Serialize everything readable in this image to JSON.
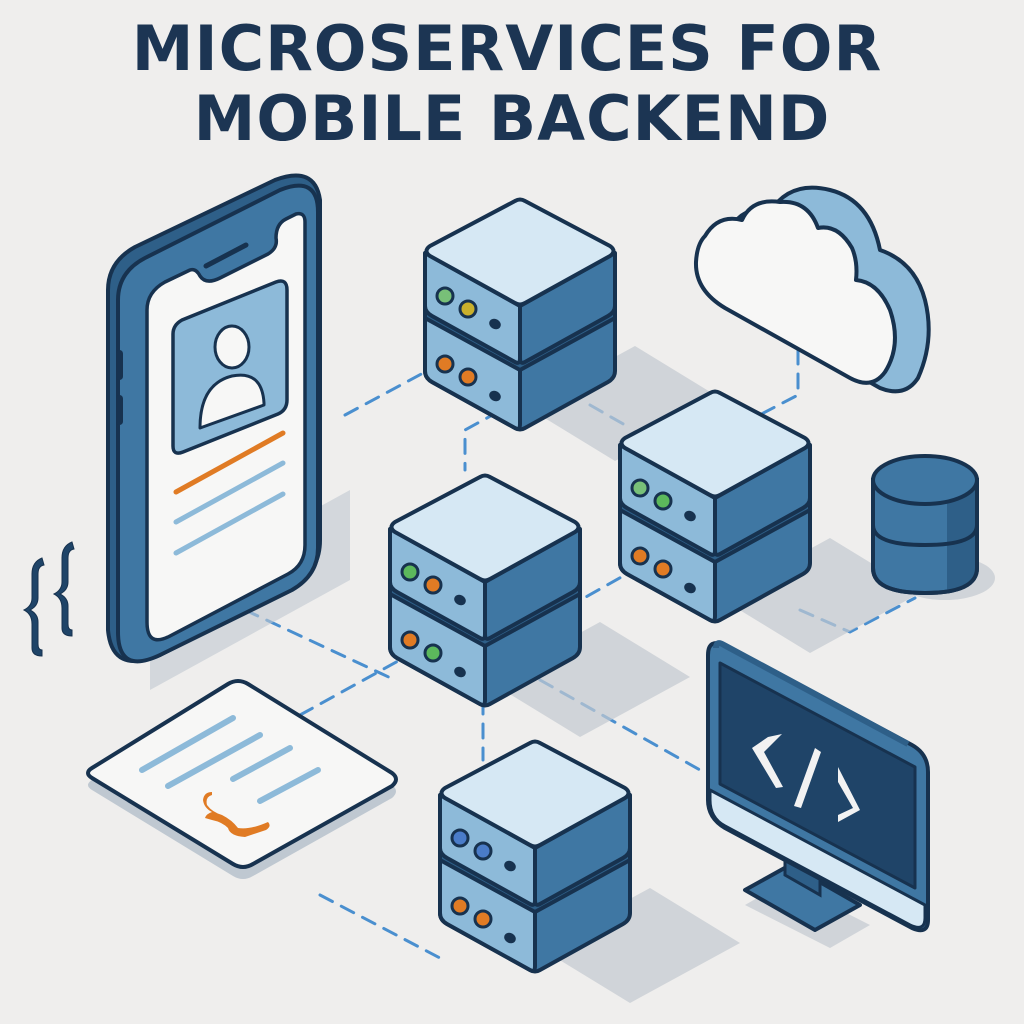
{
  "title": {
    "line1": "MICROSERVICES FOR",
    "line2": "MOBILE BACKEND"
  },
  "colors": {
    "background": "#efeeed",
    "outline": "#17324f",
    "title": "#1c3553",
    "top_face": "#d6e8f4",
    "left_face": "#8dbad9",
    "right_face": "#3f77a3",
    "dark_face": "#2e5f88",
    "connector": "#4a8fcf",
    "accent_orange": "#e07b24",
    "led_green": "#5cb85c",
    "led_yellow": "#c9b02c",
    "led_orange": "#e07b24",
    "led_blue": "#4a7cc9"
  },
  "elements": {
    "phone": {
      "icon": "smartphone-icon",
      "screen": [
        "user-avatar-icon",
        "orange-line",
        "blue-line",
        "blue-line"
      ]
    },
    "braces": {
      "icon": "curly-braces-icon",
      "text": "{{"
    },
    "servers": [
      {
        "id": "server-top",
        "leds_upper": [
          "green",
          "yellow"
        ],
        "leds_lower": [
          "orange",
          "orange"
        ]
      },
      {
        "id": "server-right",
        "leds_upper": [
          "green",
          "green"
        ],
        "leds_lower": [
          "orange",
          "orange"
        ]
      },
      {
        "id": "server-center",
        "leds_upper": [
          "green",
          "orange"
        ],
        "leds_lower": [
          "orange",
          "green"
        ]
      },
      {
        "id": "server-bottom",
        "leds_upper": [
          "blue",
          "blue"
        ],
        "leds_lower": [
          "orange",
          "orange"
        ]
      }
    ],
    "cloud": {
      "icon": "cloud-icon"
    },
    "database": {
      "icon": "database-icon"
    },
    "monitor": {
      "icon": "monitor-icon",
      "code": "</>"
    },
    "document": {
      "icon": "document-icon",
      "brace": "{"
    }
  }
}
